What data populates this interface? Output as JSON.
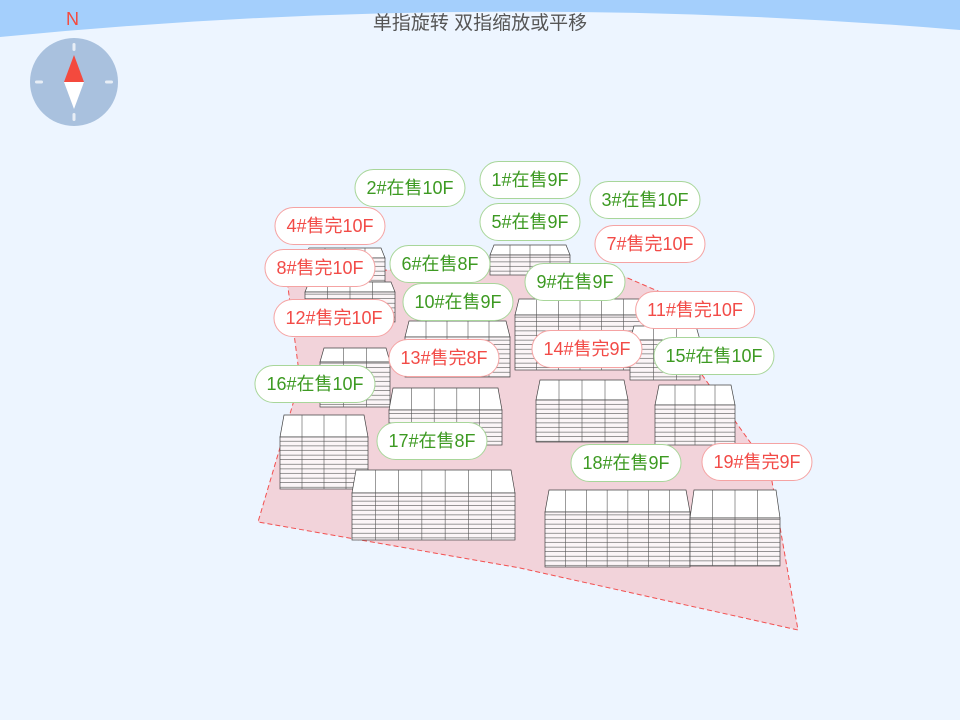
{
  "hint": "单指旋转 双指缩放或平移",
  "compass": {
    "north_label": "N"
  },
  "colors": {
    "sale": "#3d9a22",
    "sold": "#f24b47",
    "site": "#f2d3da",
    "boundary": "#f25050"
  },
  "buildings": [
    {
      "label": "1#在售9F",
      "status": "sale"
    },
    {
      "label": "2#在售10F",
      "status": "sale"
    },
    {
      "label": "3#在售10F",
      "status": "sale"
    },
    {
      "label": "4#售完10F",
      "status": "sold"
    },
    {
      "label": "5#在售9F",
      "status": "sale"
    },
    {
      "label": "6#在售8F",
      "status": "sale"
    },
    {
      "label": "7#售完10F",
      "status": "sold"
    },
    {
      "label": "8#售完10F",
      "status": "sold"
    },
    {
      "label": "9#在售9F",
      "status": "sale"
    },
    {
      "label": "10#在售9F",
      "status": "sale"
    },
    {
      "label": "11#售完10F",
      "status": "sold"
    },
    {
      "label": "12#售完10F",
      "status": "sold"
    },
    {
      "label": "13#售完8F",
      "status": "sold"
    },
    {
      "label": "14#售完9F",
      "status": "sold"
    },
    {
      "label": "15#在售10F",
      "status": "sale"
    },
    {
      "label": "16#在售10F",
      "status": "sale"
    },
    {
      "label": "17#在售8F",
      "status": "sale"
    },
    {
      "label": "18#在售9F",
      "status": "sale"
    },
    {
      "label": "19#售完9F",
      "status": "sold"
    }
  ]
}
